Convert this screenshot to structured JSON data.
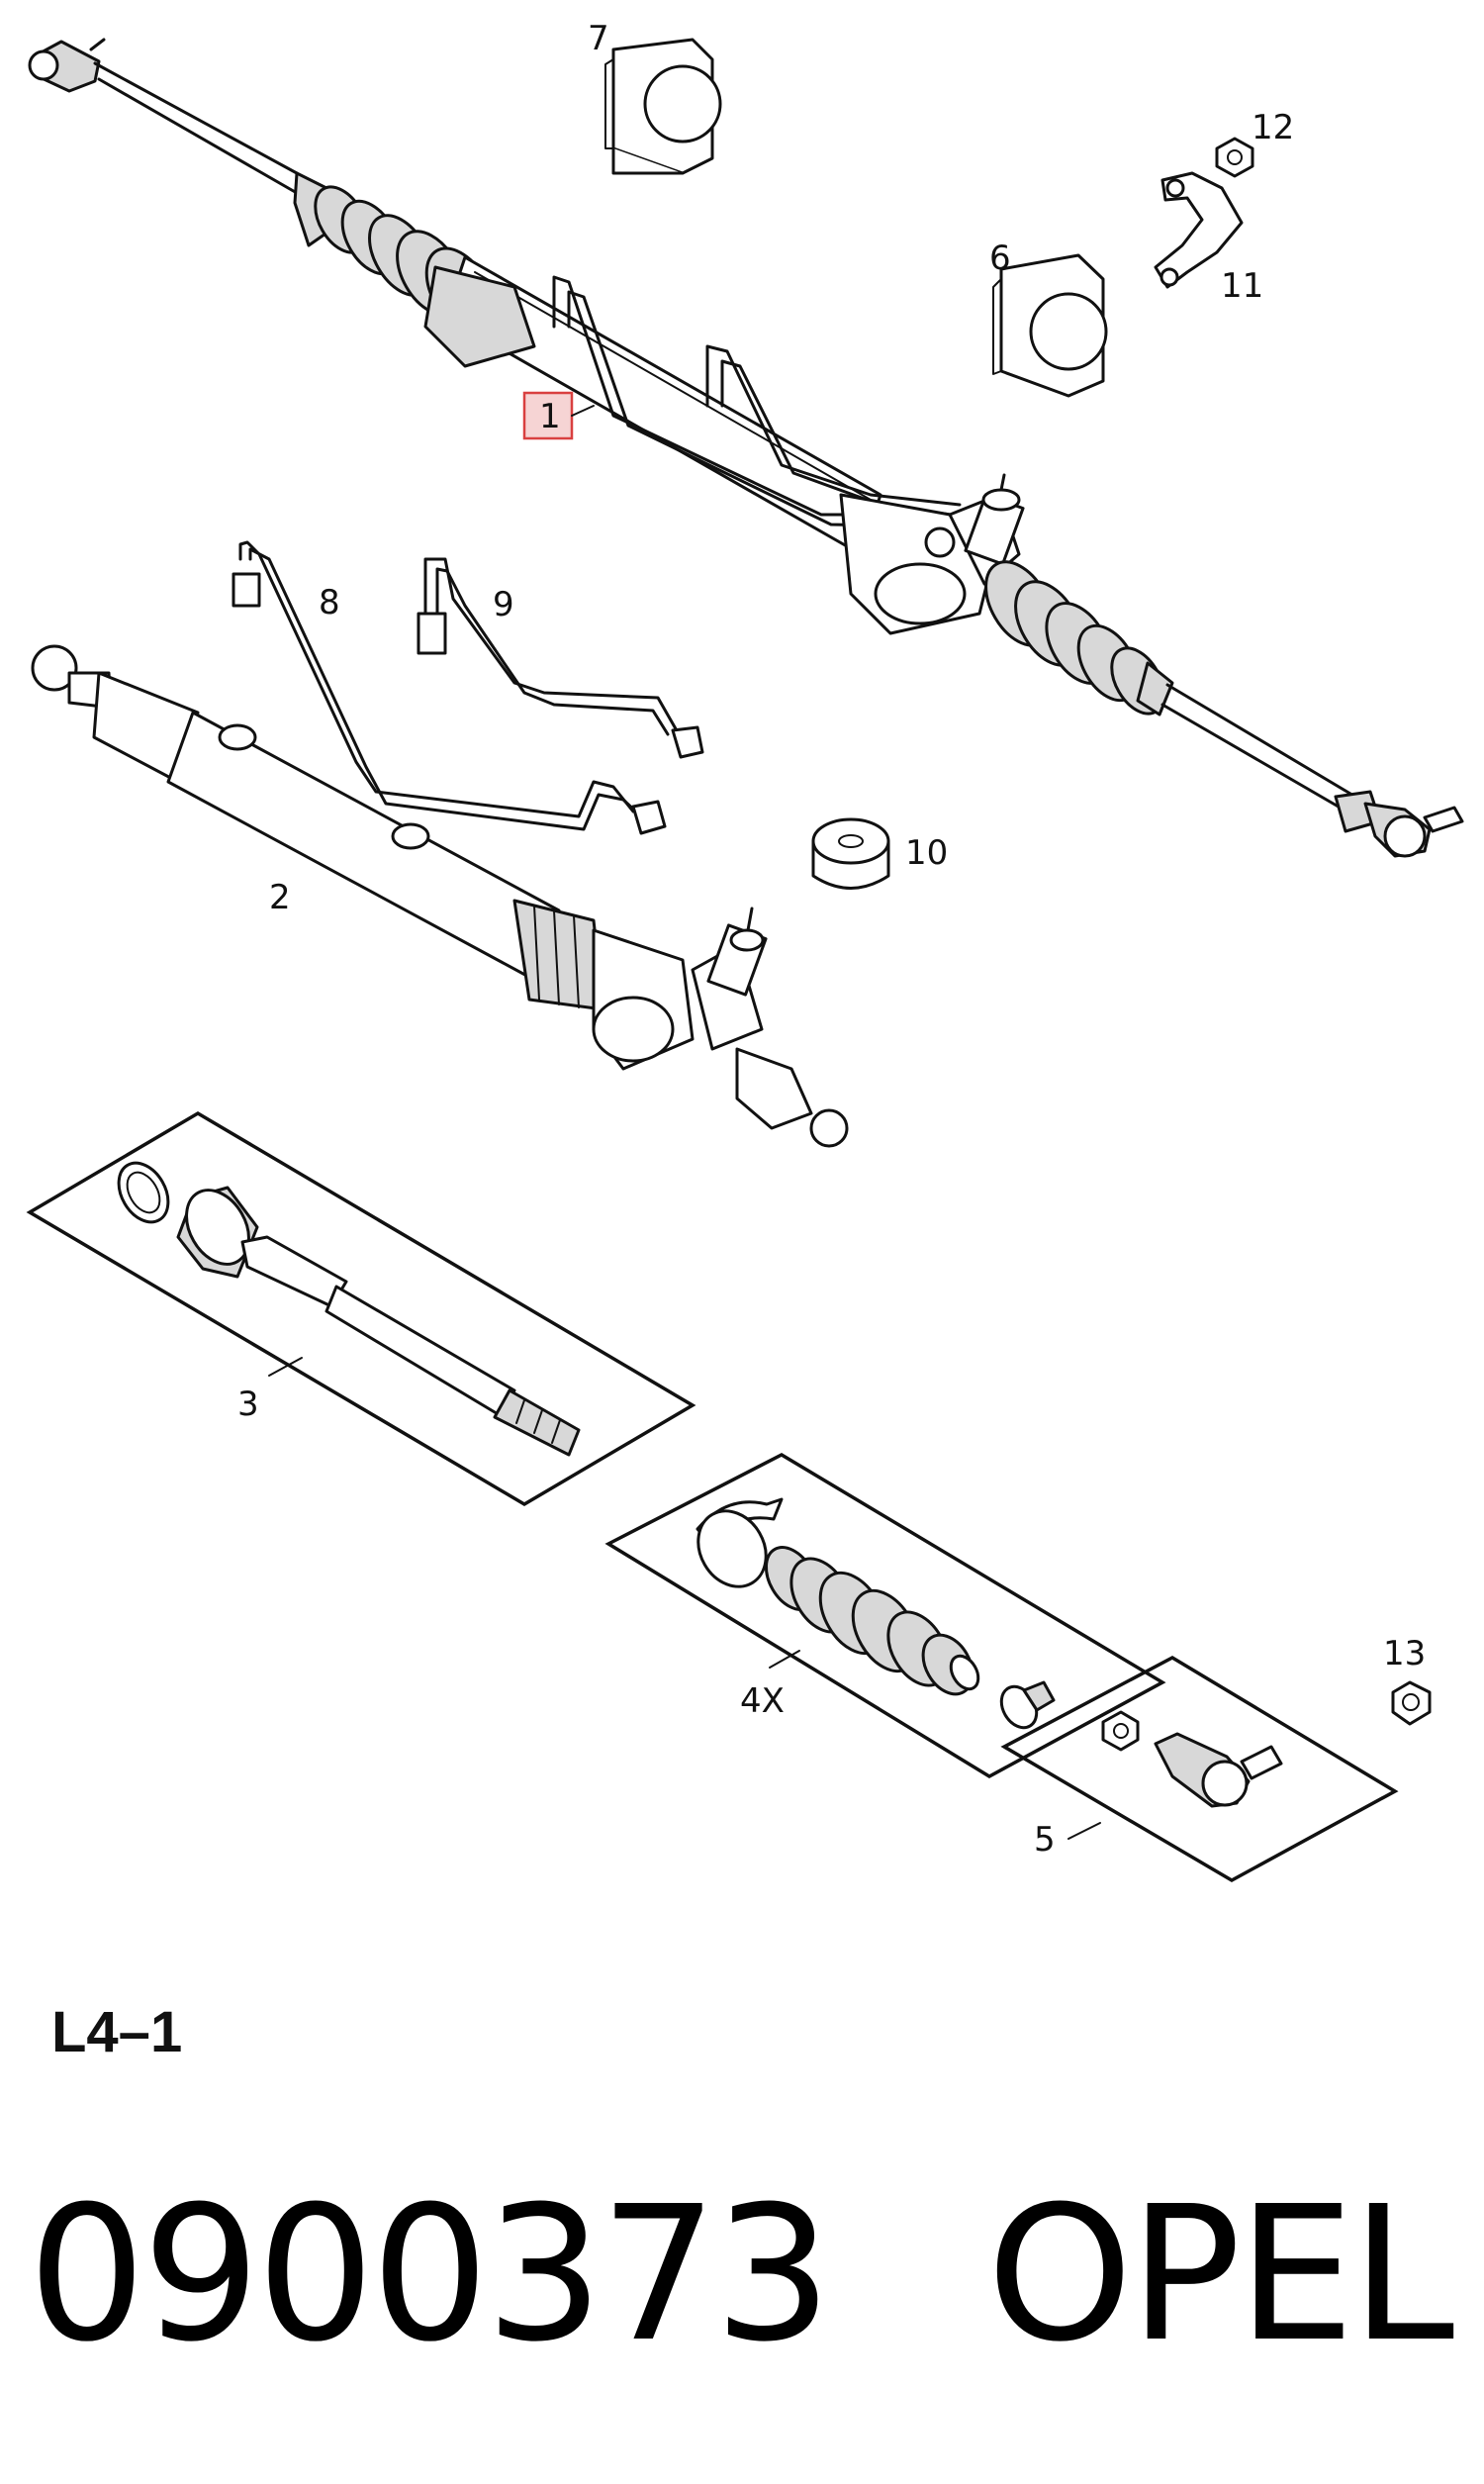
{
  "callouts": {
    "c1": "1",
    "c2": "2",
    "c3": "3",
    "c4": "4X",
    "c5": "5",
    "c6": "6",
    "c7": "7",
    "c8": "8",
    "c9": "9",
    "c10": "10",
    "c11": "11",
    "c12": "12",
    "c13": "13"
  },
  "highlight_color": "#d94040",
  "diagram_code": "L4–1",
  "part_number": "0900373",
  "brand": "OPEL"
}
